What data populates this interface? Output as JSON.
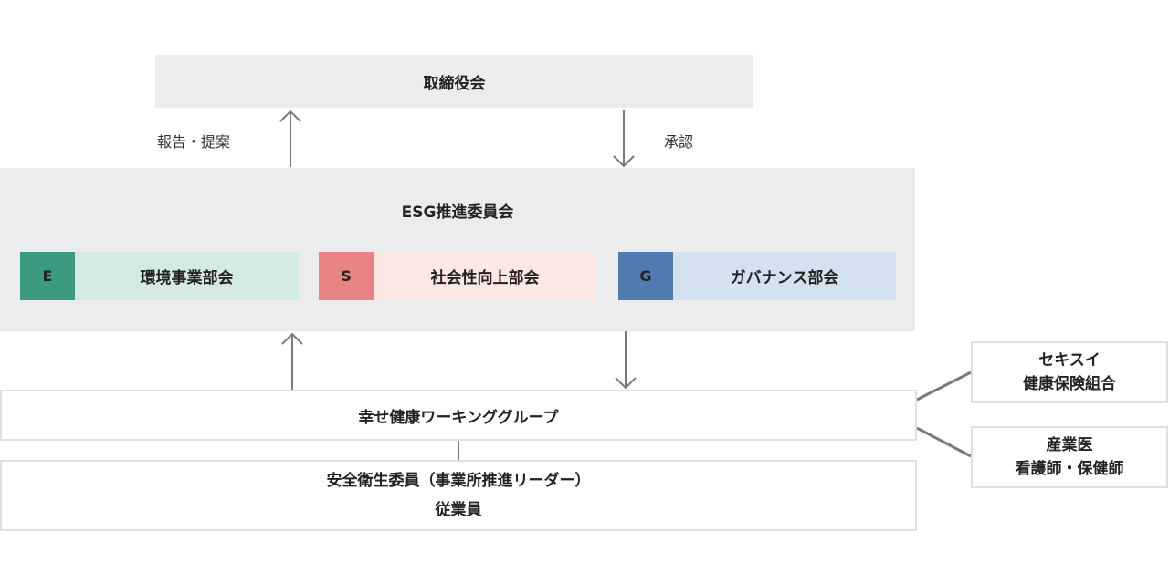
{
  "board": {
    "title": "取締役会"
  },
  "arrows": {
    "report_label": "報告・提案",
    "approve_label": "承認"
  },
  "esg_committee": {
    "title": "ESG推進委員会",
    "subcommittees": [
      {
        "letter": "E",
        "name": "環境事業部会",
        "badge_color": "#3d9a82",
        "panel_color": "#d3ebe3"
      },
      {
        "letter": "S",
        "name": "社会性向上部会",
        "badge_color": "#e88483",
        "panel_color": "#fde7e3"
      },
      {
        "letter": "G",
        "name": "ガバナンス部会",
        "badge_color": "#4f7bb0",
        "panel_color": "#d4e1ee"
      }
    ]
  },
  "working_group": {
    "title": "幸せ健康ワーキンググループ"
  },
  "staff": {
    "line1": "安全衛生委員（事業所推進リーダー）",
    "line2": "従業員"
  },
  "partners": [
    {
      "line1": "セキスイ",
      "line2": "健康保険組合"
    },
    {
      "line1": "産業医",
      "line2": "看護師・保健師"
    }
  ],
  "colors": {
    "gray_box": "#ebecee",
    "border": "#dedfe2",
    "arrow": "#7a7a7a"
  }
}
